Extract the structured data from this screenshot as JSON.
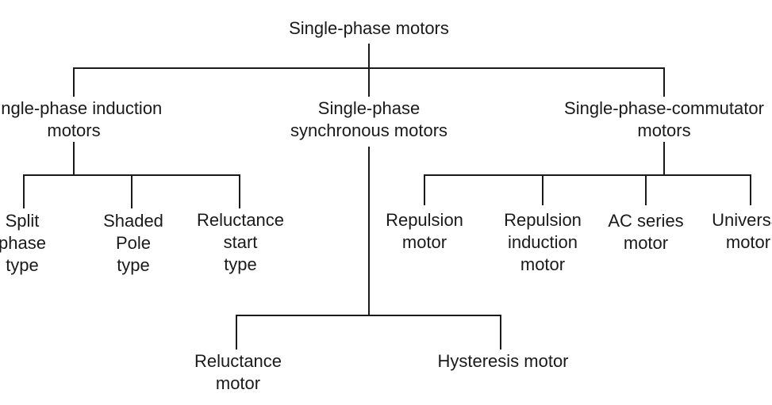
{
  "diagram": {
    "root": {
      "lines": [
        "Single-phase motors"
      ]
    },
    "categories": [
      {
        "id": "induction",
        "lines": [
          "Single-phase induction",
          "motors"
        ]
      },
      {
        "id": "synchronous",
        "lines": [
          "Single-phase",
          "synchronous motors"
        ]
      },
      {
        "id": "commutator",
        "lines": [
          "Single-phase-commutator",
          "motors"
        ]
      }
    ],
    "induction_types": [
      {
        "lines": [
          "Split",
          "phase",
          "type"
        ]
      },
      {
        "lines": [
          "Shaded",
          "Pole",
          "type"
        ]
      },
      {
        "lines": [
          "Reluctance",
          "start",
          "type"
        ]
      }
    ],
    "synchronous_types": [
      {
        "lines": [
          "Reluctance",
          "motor"
        ]
      },
      {
        "lines": [
          "Hysteresis motor"
        ]
      }
    ],
    "commutator_types": [
      {
        "lines": [
          "Repulsion",
          "motor"
        ]
      },
      {
        "lines": [
          "Repulsion",
          "induction",
          "motor"
        ]
      },
      {
        "lines": [
          "AC series",
          "motor"
        ]
      },
      {
        "lines": [
          "Universal",
          "motor"
        ]
      }
    ]
  }
}
